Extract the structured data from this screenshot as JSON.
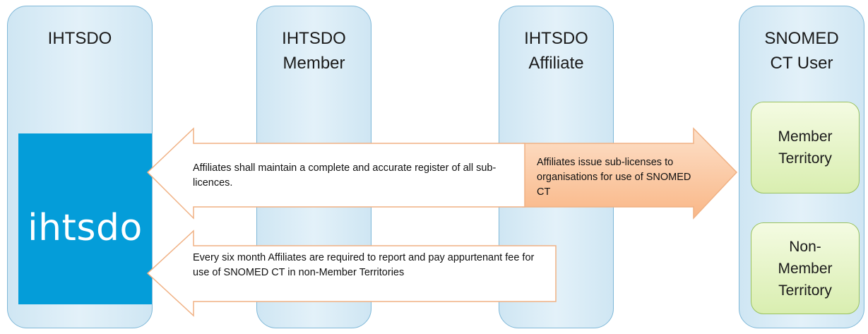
{
  "columns": [
    {
      "id": "ihtsdo",
      "title": "IHTSDO"
    },
    {
      "id": "member",
      "title": "IHTSDO\nMember"
    },
    {
      "id": "affiliate",
      "title": "IHTSDO\nAffiliate"
    },
    {
      "id": "user",
      "title": "SNOMED\nCT User"
    }
  ],
  "logo": {
    "text": "ihtsdo",
    "color": "#049dd9"
  },
  "territories": [
    {
      "label": "Member\nTerritory"
    },
    {
      "label": "Non-\nMember\nTerritory"
    }
  ],
  "arrows": {
    "register": {
      "text": "Affiliates shall maintain a complete and accurate register of all sub-licences."
    },
    "sublicense": {
      "text": "Affiliates issue sub-licenses to organisations for use of SNOMED CT"
    },
    "report": {
      "text": "Every six month Affiliates are required to report and pay appurtenant fee for use of SNOMED CT in non-Member Territories"
    }
  },
  "colors": {
    "column_border": "#7fb8d8",
    "column_fill": "#d8ebf6",
    "arrow_white_border": "#f0b184",
    "arrow_orange_fill": "#fbc9a4",
    "territory_border": "#9ac25f",
    "territory_fill": "#e6f5c8"
  }
}
